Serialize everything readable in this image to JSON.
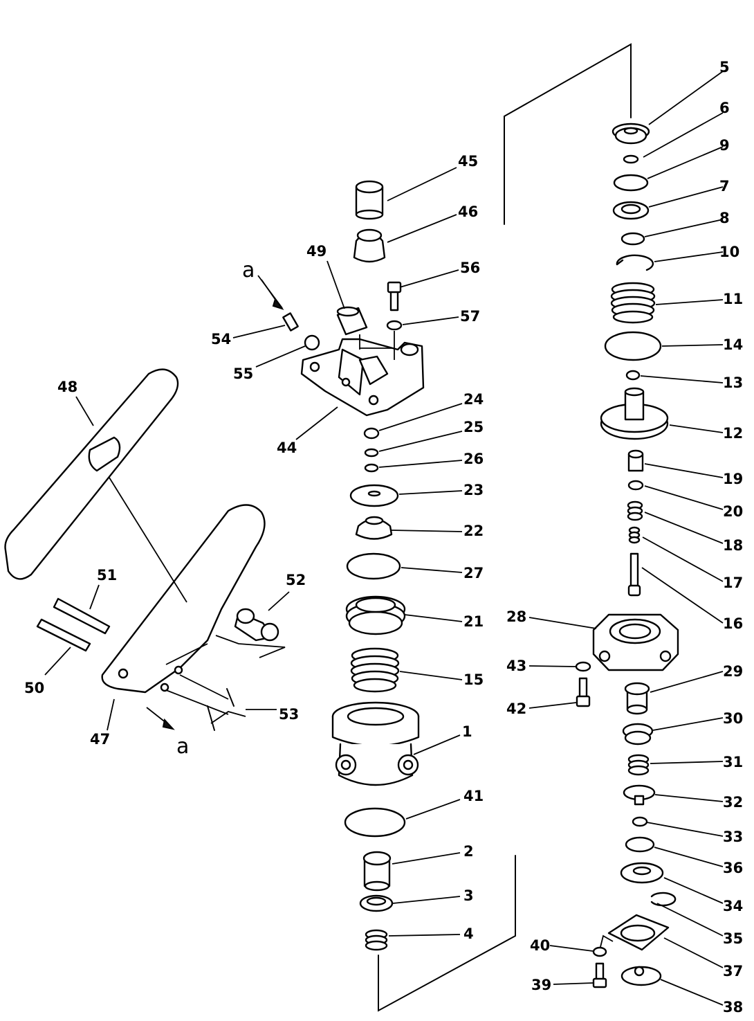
{
  "diagram": {
    "part_numbers": [
      "1",
      "2",
      "3",
      "4",
      "5",
      "6",
      "7",
      "8",
      "9",
      "10",
      "11",
      "12",
      "13",
      "14",
      "15",
      "16",
      "17",
      "18",
      "19",
      "20",
      "21",
      "22",
      "23",
      "24",
      "25",
      "26",
      "27",
      "28",
      "29",
      "30",
      "31",
      "32",
      "33",
      "34",
      "35",
      "36",
      "37",
      "38",
      "39",
      "40",
      "41",
      "42",
      "43",
      "44",
      "45",
      "46",
      "47",
      "48",
      "49",
      "50",
      "51",
      "52",
      "53",
      "54",
      "55",
      "56",
      "57"
    ],
    "view_markers": [
      "a",
      "a"
    ]
  }
}
